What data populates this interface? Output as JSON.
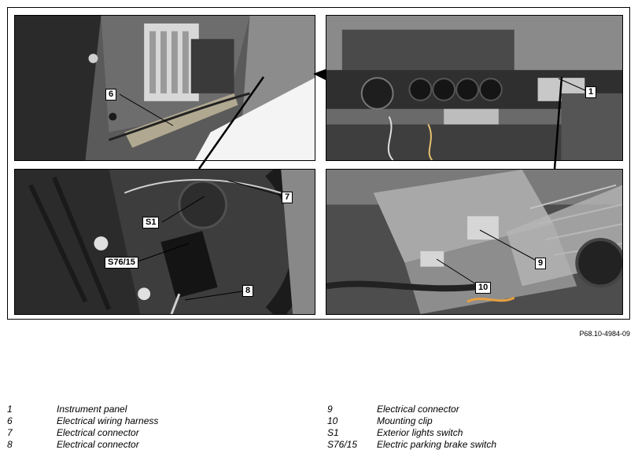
{
  "figure": {
    "reference_code": "P68.10-4984-09",
    "callouts": {
      "c1": "1",
      "c6": "6",
      "c7": "7",
      "c8": "8",
      "c9": "9",
      "c10": "10",
      "cS1": "S1",
      "cS76": "S76/15"
    }
  },
  "legend": {
    "left": [
      {
        "key": "1",
        "text": "Instrument panel"
      },
      {
        "key": "6",
        "text": "Electrical wiring harness"
      },
      {
        "key": "7",
        "text": "Electrical connector"
      },
      {
        "key": "8",
        "text": "Electrical connector"
      }
    ],
    "right": [
      {
        "key": "9",
        "text": "Electrical connector"
      },
      {
        "key": "10",
        "text": "Mounting clip"
      },
      {
        "key": "S1",
        "text": "Exterior lights switch"
      },
      {
        "key": "S76/15",
        "text": "Electric parking brake switch"
      }
    ]
  }
}
